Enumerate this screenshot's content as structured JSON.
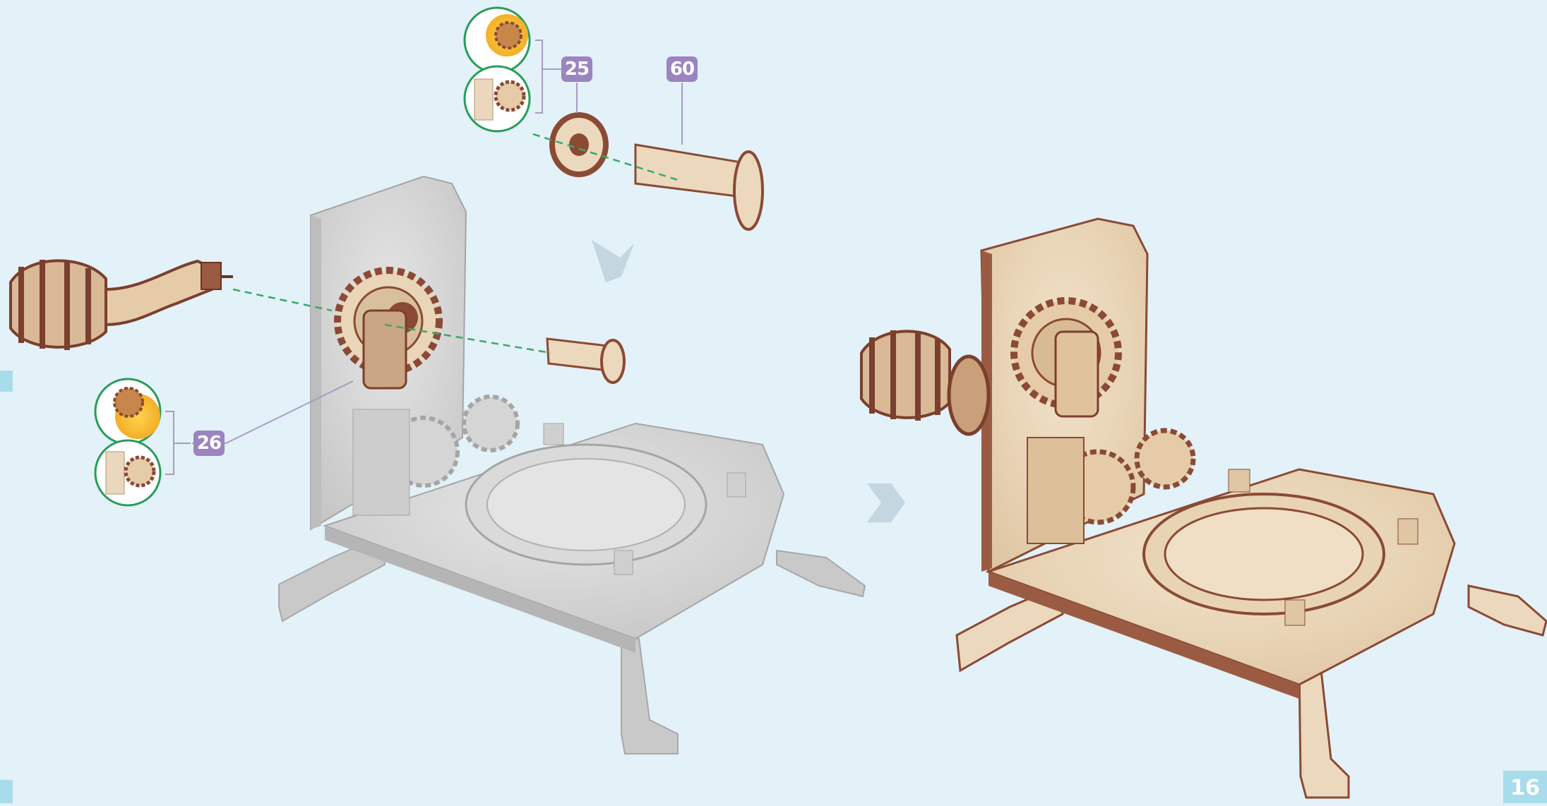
{
  "callouts": {
    "part_25": "25",
    "part_60": "60",
    "part_26": "26"
  },
  "page_number": "16",
  "colors": {
    "background": "#e3f1f8",
    "callout_badge": "#9b84c0",
    "thumbnail_ring": "#2a9c5a",
    "guide_line": "#3aa86a",
    "page_tab": "#a8dcea",
    "wood_light": "#ecd9bd",
    "wood_dark": "#8a4a35",
    "unassembled_grey": "#d2d2d2"
  },
  "icons": {
    "step_arrow": "chevron-right-icon",
    "direction_arrow": "chevron-down-icon"
  }
}
